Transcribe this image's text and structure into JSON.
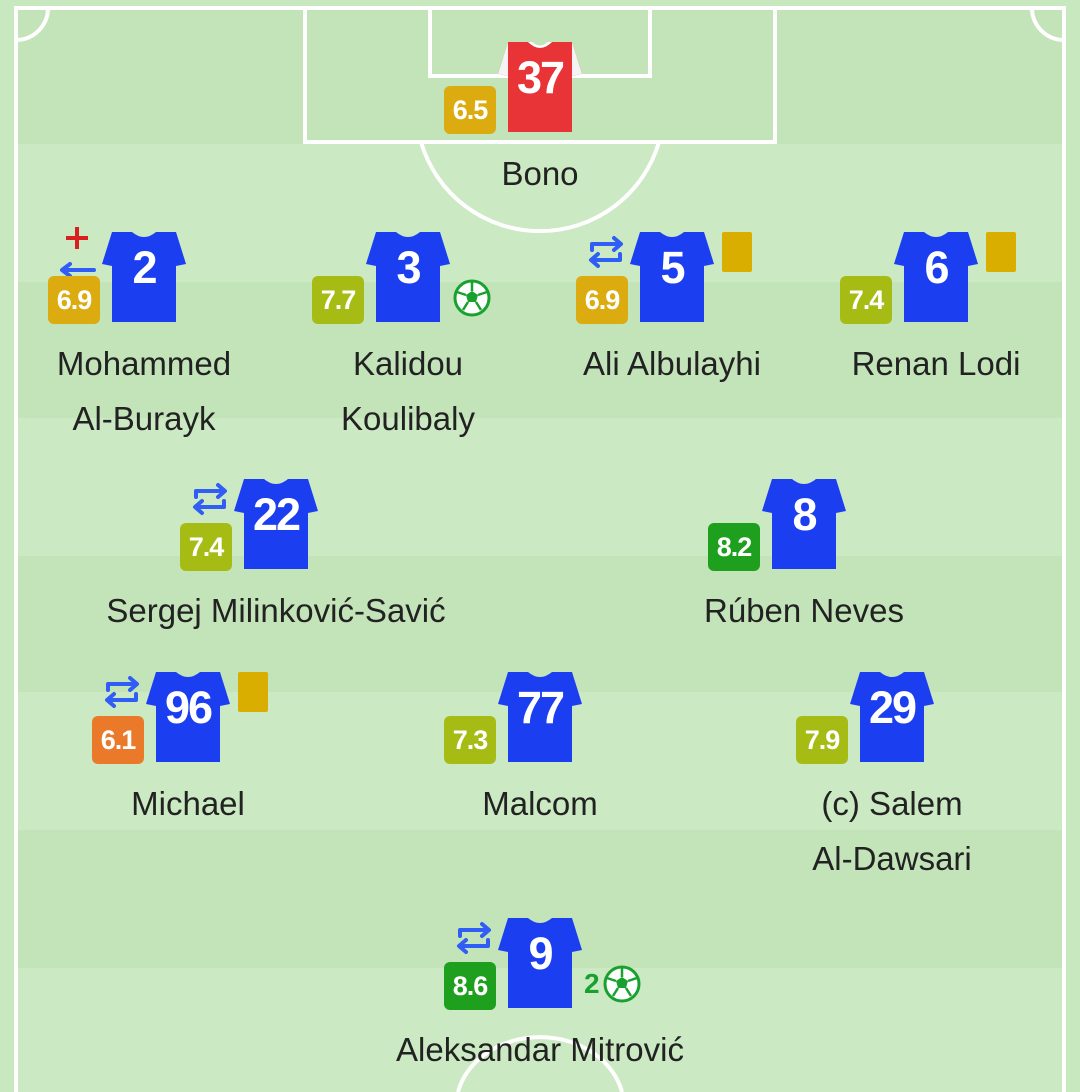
{
  "colors": {
    "pitch_light": "#cbe9c2",
    "pitch_dark": "#c2e2b8",
    "lines": "#ffffff",
    "home_shirt": "#1b3ff0",
    "keeper_shirt": "#e83436",
    "rating_green": "#1ea01e",
    "rating_lime": "#a6bc14",
    "rating_yellow": "#dbab0f",
    "rating_orange": "#ea7a2a",
    "yellow_card": "#d9ae00",
    "subst_arrows": "#2f5df5",
    "injury_cross": "#d82020"
  },
  "players": [
    {
      "id": "bono",
      "number": "37",
      "rating": "6.5",
      "rating_color": "#dbab0f",
      "name_line1": "Bono",
      "name_line2": "",
      "keeper": true,
      "subst": false,
      "injury": false,
      "yellow_card": false,
      "goals": null
    },
    {
      "id": "al-burayk",
      "number": "2",
      "rating": "6.9",
      "rating_color": "#dbab0f",
      "name_line1": "Mohammed",
      "name_line2": "Al-Burayk",
      "keeper": false,
      "subst": true,
      "injury": true,
      "yellow_card": false,
      "goals": null
    },
    {
      "id": "koulibaly",
      "number": "3",
      "rating": "7.7",
      "rating_color": "#a6bc14",
      "name_line1": "Kalidou",
      "name_line2": "Koulibaly",
      "keeper": false,
      "subst": false,
      "injury": false,
      "yellow_card": false,
      "goals": ""
    },
    {
      "id": "albulayhi",
      "number": "5",
      "rating": "6.9",
      "rating_color": "#dbab0f",
      "name_line1": "Ali Albulayhi",
      "name_line2": "",
      "keeper": false,
      "subst": true,
      "injury": false,
      "yellow_card": true,
      "goals": null
    },
    {
      "id": "lodi",
      "number": "6",
      "rating": "7.4",
      "rating_color": "#a6bc14",
      "name_line1": "Renan Lodi",
      "name_line2": "",
      "keeper": false,
      "subst": false,
      "injury": false,
      "yellow_card": true,
      "goals": null
    },
    {
      "id": "milinkovic-savic",
      "number": "22",
      "rating": "7.4",
      "rating_color": "#a6bc14",
      "name_line1": "Sergej Milinković-Savić",
      "name_line2": "",
      "keeper": false,
      "subst": true,
      "injury": false,
      "yellow_card": false,
      "goals": null
    },
    {
      "id": "neves",
      "number": "8",
      "rating": "8.2",
      "rating_color": "#1ea01e",
      "name_line1": "Rúben Neves",
      "name_line2": "",
      "keeper": false,
      "subst": false,
      "injury": false,
      "yellow_card": false,
      "goals": null
    },
    {
      "id": "michael",
      "number": "96",
      "rating": "6.1",
      "rating_color": "#ea7a2a",
      "name_line1": "Michael",
      "name_line2": "",
      "keeper": false,
      "subst": true,
      "injury": false,
      "yellow_card": true,
      "goals": null
    },
    {
      "id": "malcom",
      "number": "77",
      "rating": "7.3",
      "rating_color": "#a6bc14",
      "name_line1": "Malcom",
      "name_line2": "",
      "keeper": false,
      "subst": false,
      "injury": false,
      "yellow_card": false,
      "goals": null
    },
    {
      "id": "al-dawsari",
      "number": "29",
      "rating": "7.9",
      "rating_color": "#a6bc14",
      "name_line1": "(c) Salem",
      "name_line2": "Al-Dawsari",
      "keeper": false,
      "subst": false,
      "injury": false,
      "yellow_card": false,
      "goals": null
    },
    {
      "id": "mitrovic",
      "number": "9",
      "rating": "8.6",
      "rating_color": "#1ea01e",
      "name_line1": "Aleksandar Mitrović",
      "name_line2": "",
      "keeper": false,
      "subst": true,
      "injury": false,
      "yellow_card": false,
      "goals": "2"
    }
  ]
}
